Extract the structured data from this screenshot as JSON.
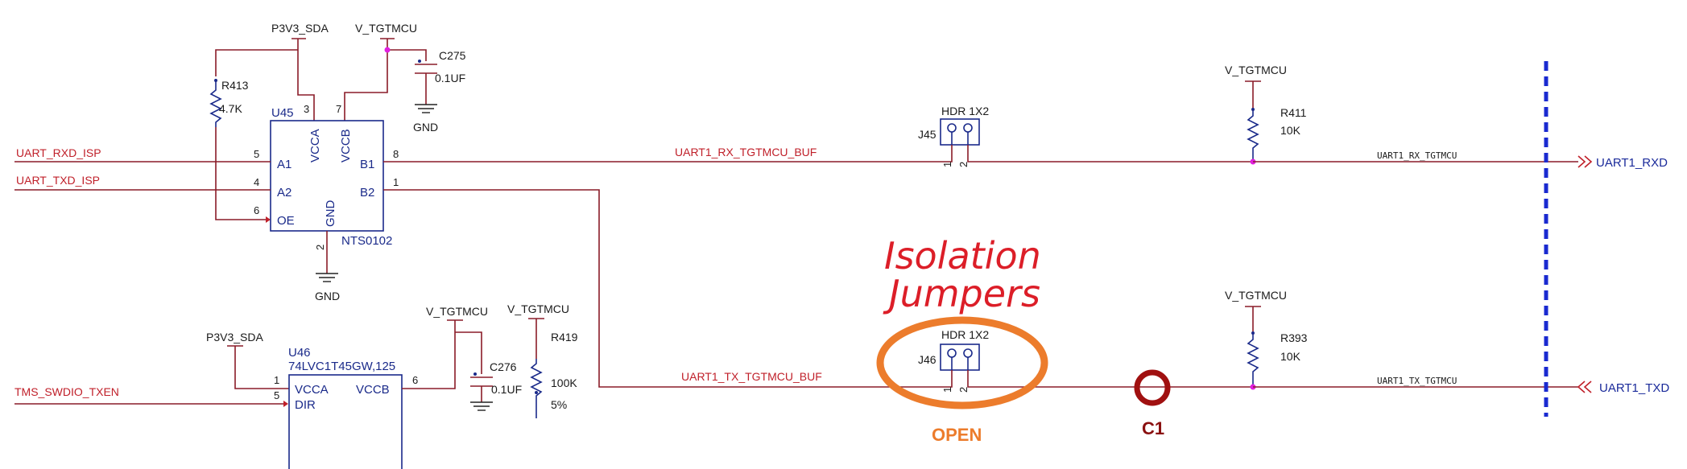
{
  "nets": {
    "p3v3_sda_top": "P3V3_SDA",
    "v_tgtmcu_top": "V_TGTMCU",
    "uart_rxd_isp": "UART_RXD_ISP",
    "uart_txd_isp": "UART_TXD_ISP",
    "uart1_rx_buf": "UART1_RX_TGTMCU_BUF",
    "uart1_tx_buf": "UART1_TX_TGTMCU_BUF",
    "v_tgtmcu_r411": "V_TGTMCU",
    "v_tgtmcu_r393": "V_TGTMCU",
    "uart1_rx_small": "UART1_RX_TGTMCU",
    "uart1_tx_small": "UART1_TX_TGTMCU",
    "p3v3_sda_u46": "P3V3_SDA",
    "tms_swdio_txen": "TMS_SWDIO_TXEN",
    "v_tgtmcu_u46": "V_TGTMCU",
    "v_tgtmcu_r419": "V_TGTMCU",
    "gnd_c275": "GND",
    "gnd_u45": "GND"
  },
  "ports": {
    "rxd": "UART1_RXD",
    "txd": "UART1_TXD"
  },
  "components": {
    "c275": {
      "ref": "C275",
      "value": "0.1UF"
    },
    "r413": {
      "ref": "R413",
      "value": "4.7K"
    },
    "u45": {
      "ref": "U45",
      "part": "NTS0102",
      "pins": {
        "vcca": "VCCA",
        "vccb": "VCCB",
        "a1": "A1",
        "a2": "A2",
        "oe": "OE",
        "b1": "B1",
        "b2": "B2",
        "gnd": "GND"
      },
      "pin_numbers": {
        "p3": "3",
        "p7": "7",
        "p5": "5",
        "p4": "4",
        "p6": "6",
        "p8": "8",
        "p1": "1",
        "p2": "2"
      }
    },
    "j45": {
      "ref": "J45",
      "type": "HDR 1X2",
      "pin1": "1",
      "pin2": "2"
    },
    "j46": {
      "ref": "J46",
      "type": "HDR 1X2",
      "pin1": "1",
      "pin2": "2"
    },
    "r411": {
      "ref": "R411",
      "value": "10K"
    },
    "r393": {
      "ref": "R393",
      "value": "10K"
    },
    "u46": {
      "ref": "U46",
      "part": "74LVC1T45GW,125",
      "pins": {
        "vcca": "VCCA",
        "vccb": "VCCB",
        "dir": "DIR"
      },
      "pin_numbers": {
        "p1": "1",
        "p5": "5",
        "p6": "6"
      }
    },
    "c276": {
      "ref": "C276",
      "value": "0.1UF"
    },
    "r419": {
      "ref": "R419",
      "value": "100K",
      "tolerance": "5%"
    }
  },
  "annotations": {
    "title_line1": "Isolation",
    "title_line2": "Jumpers",
    "jumper_state": "OPEN",
    "callout": "C1"
  },
  "colors": {
    "wire": "#8a1c28",
    "net_label": "#c0202a",
    "component": "#1a2a8a",
    "junction": "#e020e0",
    "highlight_ring": "#ec7c2c",
    "callout_ring": "#a01010",
    "boundary": "#1a2ad0"
  }
}
